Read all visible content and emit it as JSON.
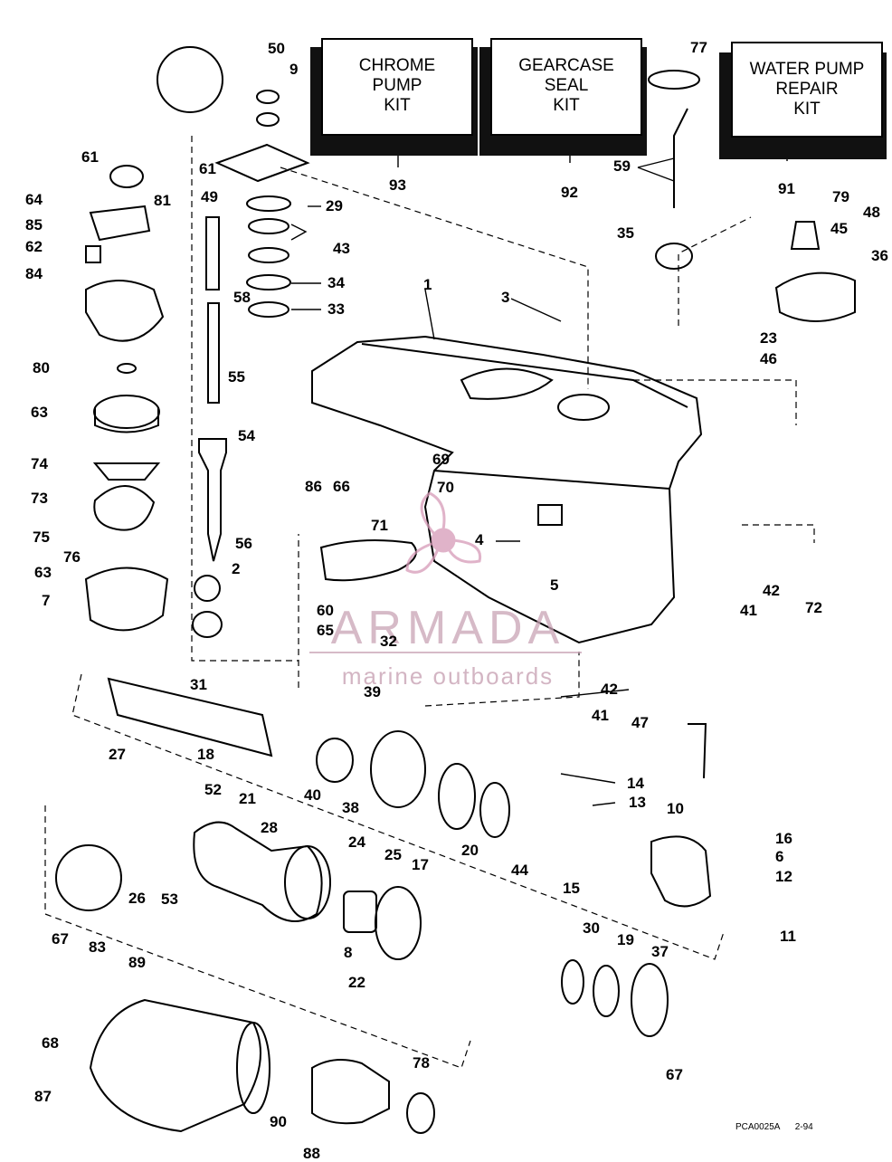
{
  "kits": {
    "chrome_pump": [
      "CHROME",
      "PUMP",
      "KIT"
    ],
    "gearcase_seal": [
      "GEARCASE",
      "SEAL",
      "KIT"
    ],
    "water_pump_repair": [
      "WATER PUMP",
      "REPAIR",
      "KIT"
    ]
  },
  "watermark": {
    "title": "ARMADA",
    "subtitle": "marine outboards",
    "color": "#c9a3b5"
  },
  "footer": {
    "code": "PCA0025A",
    "date": "2-94"
  },
  "part_numbers": {
    "p1": "1",
    "p2": "2",
    "p3": "3",
    "p4": "4",
    "p5": "5",
    "p6": "6",
    "p7": "7",
    "p8": "8",
    "p9": "9",
    "p10": "10",
    "p11": "11",
    "p12": "12",
    "p13": "13",
    "p14": "14",
    "p15": "15",
    "p16": "16",
    "p17": "17",
    "p18": "18",
    "p19": "19",
    "p20": "20",
    "p21": "21",
    "p22": "22",
    "p23": "23",
    "p24": "24",
    "p25": "25",
    "p26": "26",
    "p27": "27",
    "p28": "28",
    "p29": "29",
    "p30": "30",
    "p31": "31",
    "p32": "32",
    "p33": "33",
    "p34": "34",
    "p35": "35",
    "p36": "36",
    "p37": "37",
    "p38": "38",
    "p39": "39",
    "p40": "40",
    "p41": "41",
    "p42": "42",
    "p43": "43",
    "p44": "44",
    "p45": "45",
    "p46": "46",
    "p47": "47",
    "p48": "48",
    "p49": "49",
    "p50": "50",
    "p52": "52",
    "p53": "53",
    "p54": "54",
    "p55": "55",
    "p56": "56",
    "p58": "58",
    "p59": "59",
    "p60": "60",
    "p61": "61",
    "p62": "62",
    "p63": "63",
    "p64": "64",
    "p65": "65",
    "p66": "66",
    "p67": "67",
    "p68": "68",
    "p69": "69",
    "p70": "70",
    "p71": "71",
    "p72": "72",
    "p73": "73",
    "p74": "74",
    "p75": "75",
    "p76": "76",
    "p77": "77",
    "p78": "78",
    "p79": "79",
    "p80": "80",
    "p81": "81",
    "p83": "83",
    "p84": "84",
    "p85": "85",
    "p86": "86",
    "p87": "87",
    "p88": "88",
    "p89": "89",
    "p90": "90",
    "p91": "91",
    "p92": "92",
    "p93": "93"
  }
}
